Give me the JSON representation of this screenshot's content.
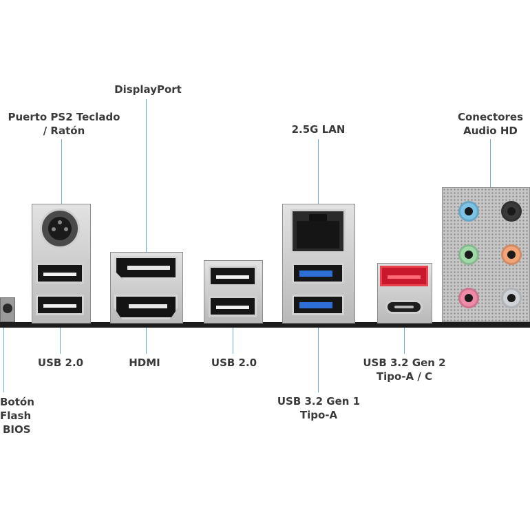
{
  "labels": {
    "ps2": [
      "Puerto PS2 Teclado",
      "/ Ratón"
    ],
    "displayport": "DisplayPort",
    "lan": "2.5G LAN",
    "audio": [
      "Conectores",
      "Audio HD"
    ],
    "usb20_left": "USB 2.0",
    "hdmi": "HDMI",
    "usb20_mid": "USB 2.0",
    "usb32g2": [
      "USB 3.2 Gen 2",
      "Tipo-A / C"
    ],
    "usb32g1": [
      "USB 3.2 Gen 1",
      "Tipo-A"
    ],
    "bios": [
      "Botón",
      "Flash",
      "BIOS"
    ]
  },
  "colors": {
    "leader_line": "#6aa8e0",
    "label_text": "#3a3a3a",
    "usb3_blue": "#2d6fd6",
    "usb32_gen2_red": "#c9182b",
    "audio_blue": "#7cc3e6",
    "audio_black": "#1e1e1e",
    "audio_green": "#9fd9a8",
    "audio_orange": "#f2a477",
    "audio_pink": "#ef8aa8",
    "audio_grey": "#cfd3d8"
  },
  "ports": [
    {
      "name": "bios-flash-button",
      "icon": "button"
    },
    {
      "name": "ps2-port",
      "icon": "ps2"
    },
    {
      "name": "usb-2.0-left",
      "icon": "usb-a",
      "count": 2
    },
    {
      "name": "displayport",
      "icon": "displayport"
    },
    {
      "name": "hdmi",
      "icon": "hdmi"
    },
    {
      "name": "usb-2.0-mid",
      "icon": "usb-a",
      "count": 2
    },
    {
      "name": "lan-2.5g",
      "icon": "rj45"
    },
    {
      "name": "usb-3.2-gen1",
      "icon": "usb-a-blue",
      "count": 2
    },
    {
      "name": "usb-3.2-gen2",
      "icon": "usb-a-red-and-c"
    },
    {
      "name": "hd-audio",
      "icon": "audio-jacks",
      "count": 6
    }
  ]
}
